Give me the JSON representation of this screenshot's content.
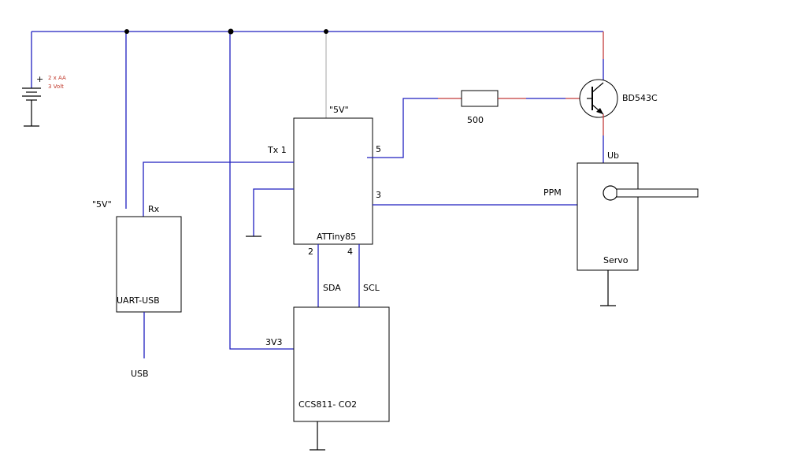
{
  "battery": {
    "plus": "+",
    "line1": "2 x AA",
    "line2": "3 Volt"
  },
  "components": {
    "attiny": {
      "name": "ATTiny85",
      "power_label": "\"5V\"",
      "pin_tx": "Tx 1",
      "pin5": "5",
      "pin3": "3",
      "pin2": "2",
      "pin4": "4"
    },
    "uart": {
      "name": "UART-USB",
      "rx": "Rx",
      "power_label": "\"5V\"",
      "usb": "USB"
    },
    "ccs811": {
      "name": "CCS811- CO2",
      "sda": "SDA",
      "scl": "SCL",
      "vcc": "3V3"
    },
    "servo": {
      "name": "Servo",
      "ub": "Ub",
      "ppm": "PPM"
    },
    "resistor": {
      "value": "500"
    },
    "transistor": {
      "name": "BD543C"
    }
  },
  "colors": {
    "wire": "#1f1fbf",
    "wire_red": "#c23b3b",
    "wire_grey": "#b9b9b9",
    "battery_text": "#c0392b"
  }
}
